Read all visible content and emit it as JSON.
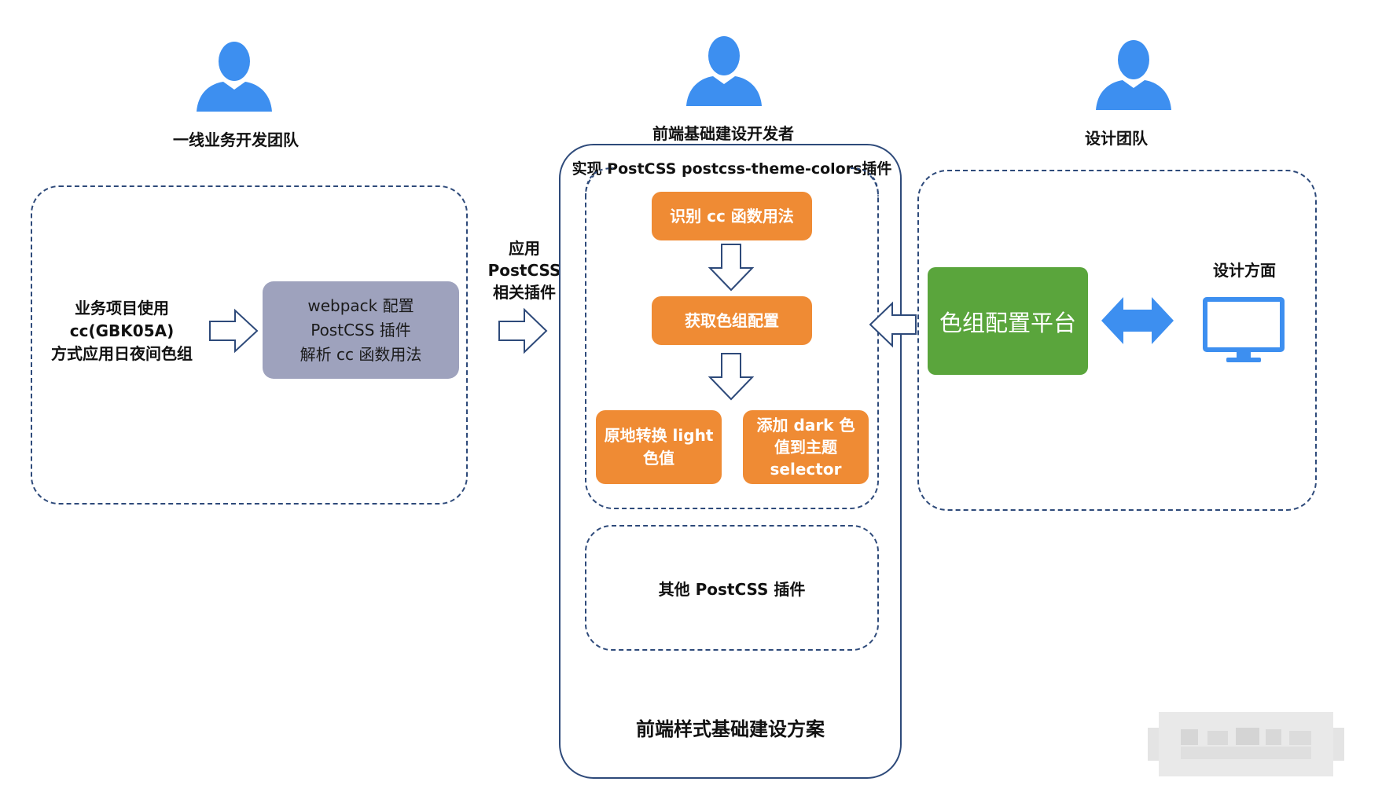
{
  "roles": {
    "business_team": "一线业务开发团队",
    "infra_dev": "前端基础建设开发者",
    "design_team": "设计团队"
  },
  "left_panel": {
    "usage_lines": [
      "业务项目使用",
      "cc(GBK05A)",
      "方式应用日夜间色组"
    ],
    "webpack_box_lines": [
      "webpack 配置",
      "PostCSS 插件",
      "解析 cc 函数用法"
    ]
  },
  "apply_label_lines": [
    "应用",
    "PostCSS",
    "相关插件"
  ],
  "center_panel": {
    "plugin_title": "实现 PostCSS  postcss-theme-colors插件",
    "step_identify": "识别 cc 函数用法",
    "step_fetch": "获取色组配置",
    "step_convert_lines": [
      "原地转换 light",
      "色值"
    ],
    "step_add_lines": [
      "添加 dark 色",
      "值到主题",
      "selector"
    ],
    "other_plugins": "其他 PostCSS 插件",
    "solution_title": "前端样式基础建设方案"
  },
  "right_panel": {
    "platform": "色组配置平台",
    "design_label": "设计方面"
  },
  "colors": {
    "person_blue": "#3d8ff0",
    "orange": "#ef8b34",
    "green": "#5aa53c",
    "gray": "#9ea2bd",
    "border_navy": "#2e4a7a",
    "monitor_blue": "#3d8ff0"
  },
  "icons": [
    "person-icon",
    "hollow-arrow-icon",
    "double-arrow-icon",
    "monitor-icon"
  ]
}
